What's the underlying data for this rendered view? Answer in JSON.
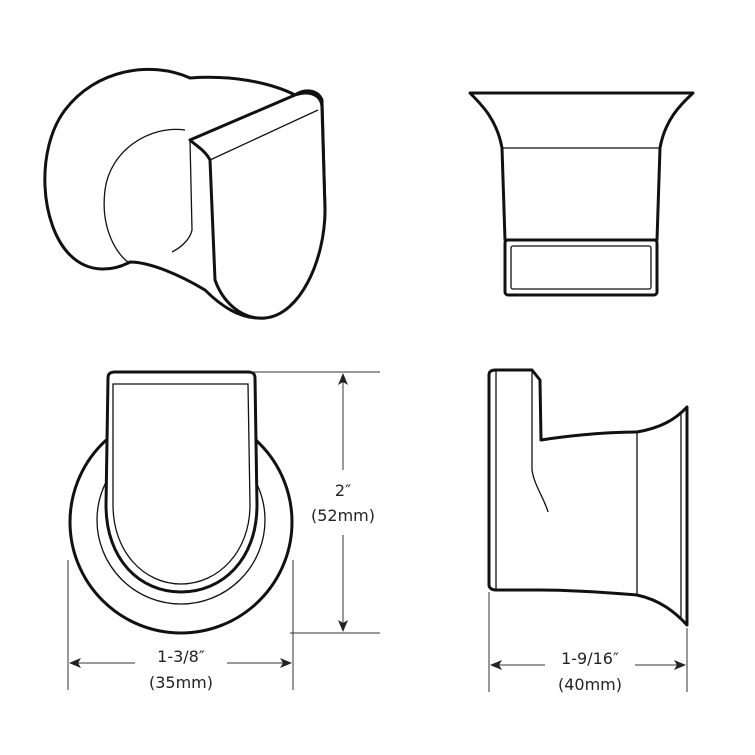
{
  "dimensions": {
    "height": {
      "imperial": "2″",
      "metric": "(52mm)"
    },
    "width": {
      "imperial": "1-3/8″",
      "metric": "(35mm)"
    },
    "depth": {
      "imperial": "1-9/16″",
      "metric": "(40mm)"
    }
  },
  "colors": {
    "line": "#111111",
    "background": "#ffffff"
  }
}
